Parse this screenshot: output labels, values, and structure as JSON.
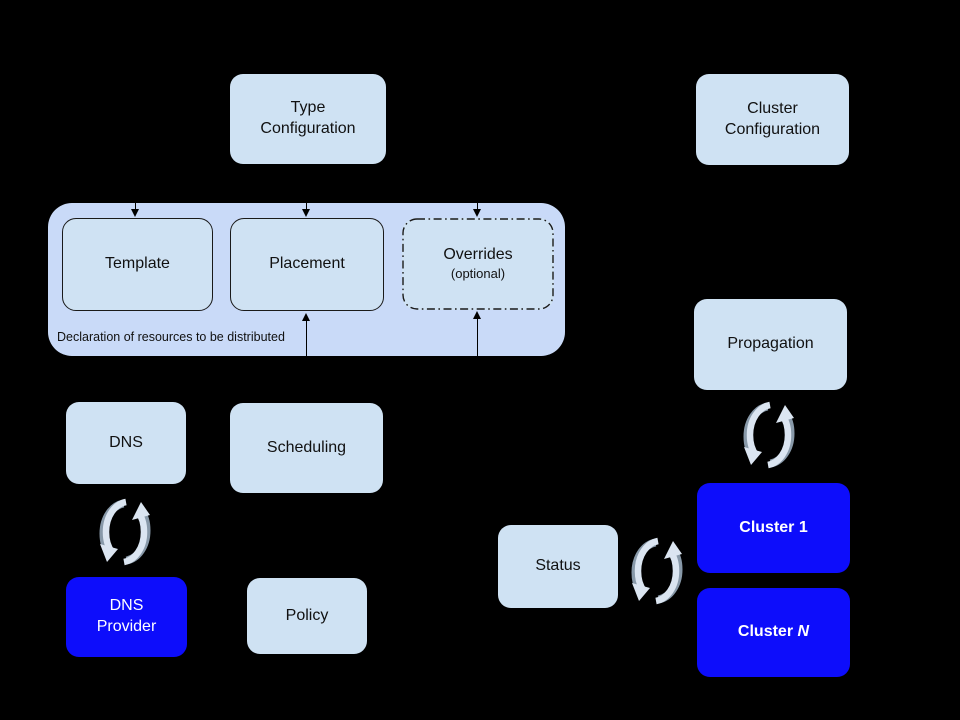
{
  "background": "#000000",
  "palette": {
    "light_box_fill": "#cfe2f3",
    "group_fill": "#c9daf8",
    "blue_box_fill": "#0d0dfb",
    "dark_text": "#111111",
    "light_text": "#ffffff",
    "connector": "#000000",
    "sync_icon_light": "#dbe5f1",
    "sync_icon_shade": "#8899a9"
  },
  "nodes": {
    "type_configuration": {
      "lines": [
        "Type",
        "Configuration"
      ]
    },
    "cluster_configuration": {
      "lines": [
        "Cluster",
        "Configuration"
      ]
    },
    "template": {
      "label": "Template"
    },
    "placement": {
      "label": "Placement"
    },
    "overrides": {
      "label": "Overrides",
      "note": "(optional)"
    },
    "declaration_caption": "Declaration of resources to be distributed",
    "dns": {
      "label": "DNS"
    },
    "scheduling": {
      "label": "Scheduling"
    },
    "dns_provider": {
      "lines": [
        "DNS",
        "Provider"
      ]
    },
    "policy": {
      "label": "Policy"
    },
    "propagation": {
      "label": "Propagation"
    },
    "status": {
      "label": "Status"
    },
    "cluster_1": {
      "label": "Cluster 1"
    },
    "cluster_n": {
      "prefix": "Cluster ",
      "suffix": "N"
    }
  },
  "sync_links": [
    {
      "between": [
        "DNS",
        "DNS Provider"
      ]
    },
    {
      "between": [
        "Propagation",
        "Cluster 1"
      ]
    },
    {
      "between": [
        "Status",
        "Cluster 1"
      ]
    }
  ]
}
